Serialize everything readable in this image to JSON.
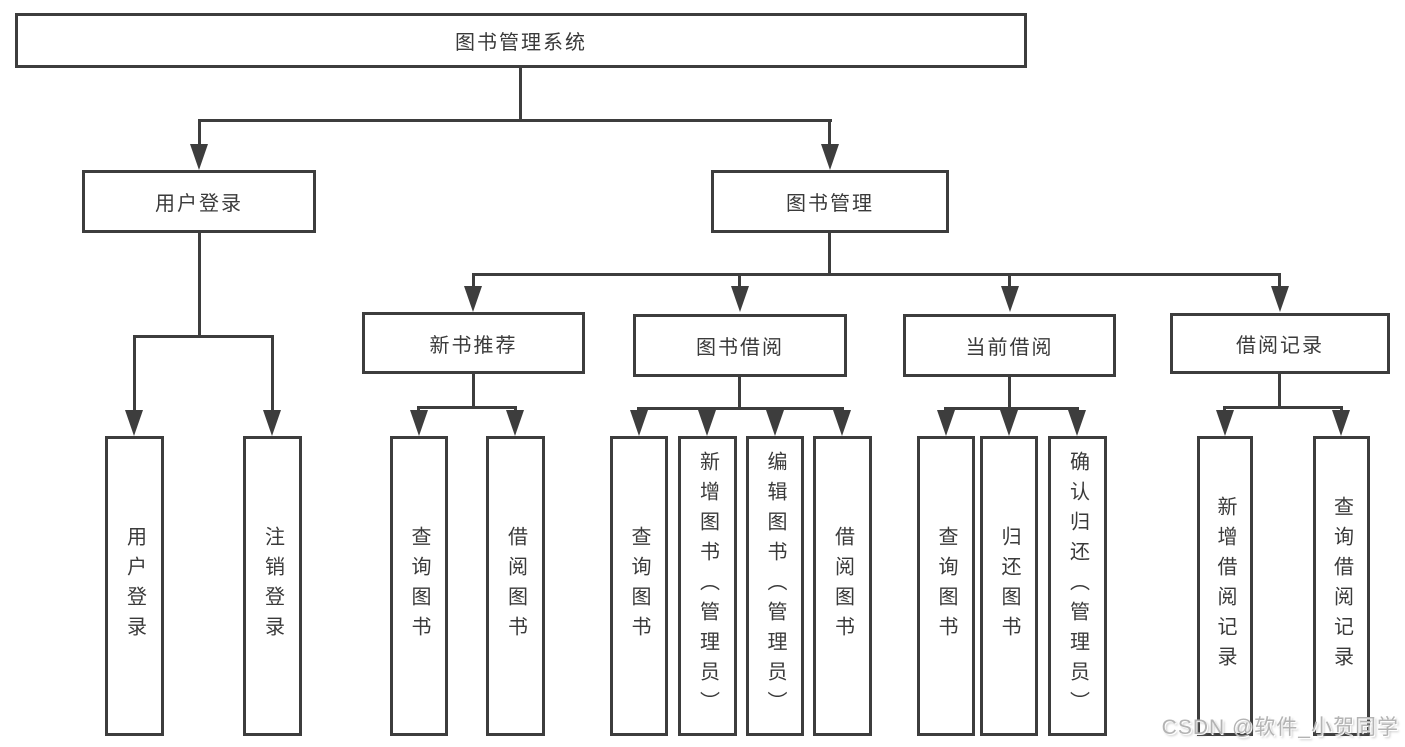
{
  "diagram": {
    "title": "图书管理系统",
    "root": {
      "label": "图书管理系统"
    },
    "branches": [
      {
        "label": "用户登录",
        "children": [
          {
            "label": "用户登录"
          },
          {
            "label": "注销登录"
          }
        ]
      },
      {
        "label": "图书管理",
        "children": [
          {
            "label": "新书推荐",
            "children": [
              {
                "label": "查询图书"
              },
              {
                "label": "借阅图书"
              }
            ]
          },
          {
            "label": "图书借阅",
            "children": [
              {
                "label": "查询图书"
              },
              {
                "label": "新增图书（管理员）"
              },
              {
                "label": "编辑图书（管理员）"
              },
              {
                "label": "借阅图书"
              }
            ]
          },
          {
            "label": "当前借阅",
            "children": [
              {
                "label": "查询图书"
              },
              {
                "label": "归还图书"
              },
              {
                "label": "确认归还（管理员）"
              }
            ]
          },
          {
            "label": "借阅记录",
            "children": [
              {
                "label": "新增借阅记录"
              },
              {
                "label": "查询借阅记录"
              }
            ]
          }
        ]
      }
    ]
  },
  "watermark": {
    "text": "CSDN @软件_小贺同学"
  },
  "colors": {
    "line": "#3d3d3d",
    "text": "#3a3a3a",
    "background": "#ffffff",
    "watermark_text": "#b3b3b3"
  }
}
